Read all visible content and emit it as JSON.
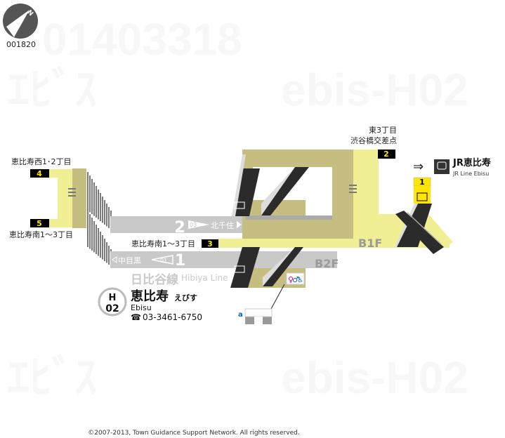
{
  "compass": {
    "code": "001820",
    "north_label": "N"
  },
  "watermark": [
    "01403318",
    "ｴﾋﾞｽ",
    "ebis-H02",
    "ｴﾋﾞｽ",
    "ebis-H02"
  ],
  "exits": [
    {
      "number": "4",
      "destination": "恵比寿西1･2丁目"
    },
    {
      "number": "5",
      "destination": "恵比寿南1〜3丁目"
    },
    {
      "number": "3",
      "destination": "恵比寿南1〜3丁目"
    },
    {
      "number": "2",
      "destination_line1": "東3丁目",
      "destination_line2": "渋谷橋交差点"
    },
    {
      "number": "1"
    }
  ],
  "platforms": [
    {
      "number": "2",
      "station_code": "03",
      "direction": "北千住"
    },
    {
      "number": "1",
      "station_code": "01",
      "direction": "中目黒"
    }
  ],
  "line": {
    "name_ja": "日比谷線",
    "name_en": "Hibiya Line",
    "color": "#b5b5ae"
  },
  "floors": {
    "b1": "B1F",
    "b2": "B2F"
  },
  "station": {
    "line_letter": "H",
    "number": "02",
    "name_ja": "恵比寿",
    "name_kana": "えびす",
    "name_en": "Ebisu",
    "phone": "03-3461-6750"
  },
  "transfer": {
    "name_ja": "JR恵比寿",
    "name_en": "JR Line Ebisu"
  },
  "facility_label": "a",
  "colors": {
    "passage": "#f1ef93",
    "concourse": "#c6bd80",
    "platform": "#c9c9c9",
    "exit_box": "#000000",
    "exit_number": "#ffe500",
    "escalator": "#2b2b2b"
  },
  "footer": "©2007-2013, Town Guidance Support Network. All rights reserved."
}
